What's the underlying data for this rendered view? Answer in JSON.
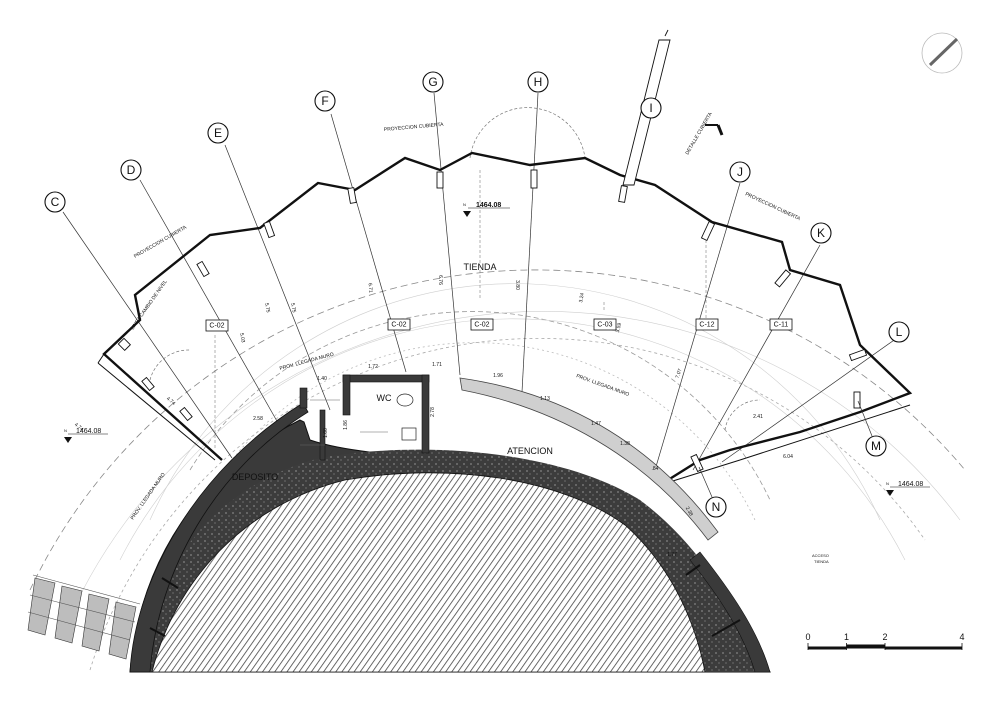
{
  "rooms": {
    "tienda": "TIENDA",
    "atencion": "ATENCION",
    "deposito": "DEPOSITO",
    "wc": "WC"
  },
  "grid_bubbles": [
    "C",
    "D",
    "E",
    "F",
    "G",
    "H",
    "I",
    "J",
    "K",
    "L",
    "M",
    "N"
  ],
  "column_tags": [
    "C-02",
    "C-02",
    "C-02",
    "C-03",
    "C-12",
    "C-11"
  ],
  "levels": {
    "prefix": "N",
    "top": "1464.08",
    "left": "1464.08",
    "right": "1464.08"
  },
  "annotations": {
    "proyeccion_cubierta_left": "PROYECCION CUBIERTA",
    "proyeccion_cubierta_top": "PROYECCION CUBIERTA",
    "proyeccion_cubierta_right": "PROYECCION CUBIERTA",
    "linea_cambio_nivel": "LINEA CAMBIO DE NIVEL",
    "prov_llegada_muro_1": "PROV. LLEGADA MURO",
    "prov_llegada_muro_2": "PROV. LLEGADA MURO",
    "prov_llegada_muro_3": "PROV. LLEGADA MURO",
    "detalle_cubierta": "DETALLE CUBIERTA",
    "acceso_line1": "ACCESO",
    "acceso_line2": "TIENDA"
  },
  "dimensions": [
    "4.74",
    "4.74",
    "2.58",
    "1.72",
    "1.40",
    "1.60",
    "1.86",
    "2.78",
    "1.71",
    "1.96",
    "1.13",
    "1.47",
    "1.38",
    ".84",
    "2.38",
    "1.77",
    "2.41",
    "6.04",
    "5.03",
    "5.75",
    "6.71",
    "6.76",
    "3.80",
    "3.24",
    "3.59",
    "7.07",
    "5.75"
  ],
  "scale_bar": {
    "labels": [
      "0",
      "1",
      "2",
      "4"
    ],
    "stops": [
      0,
      1,
      2,
      4
    ]
  }
}
